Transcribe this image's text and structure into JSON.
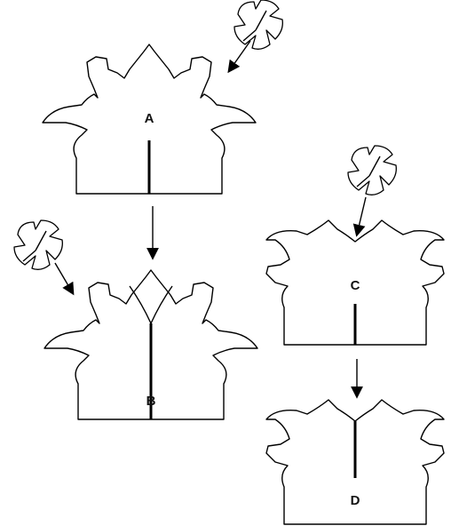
{
  "panels": [
    {
      "id": "A",
      "label": "A"
    },
    {
      "id": "B",
      "label": "B"
    },
    {
      "id": "C",
      "label": "C"
    },
    {
      "id": "D",
      "label": "D"
    }
  ],
  "icons": [
    "leaf-icon"
  ]
}
